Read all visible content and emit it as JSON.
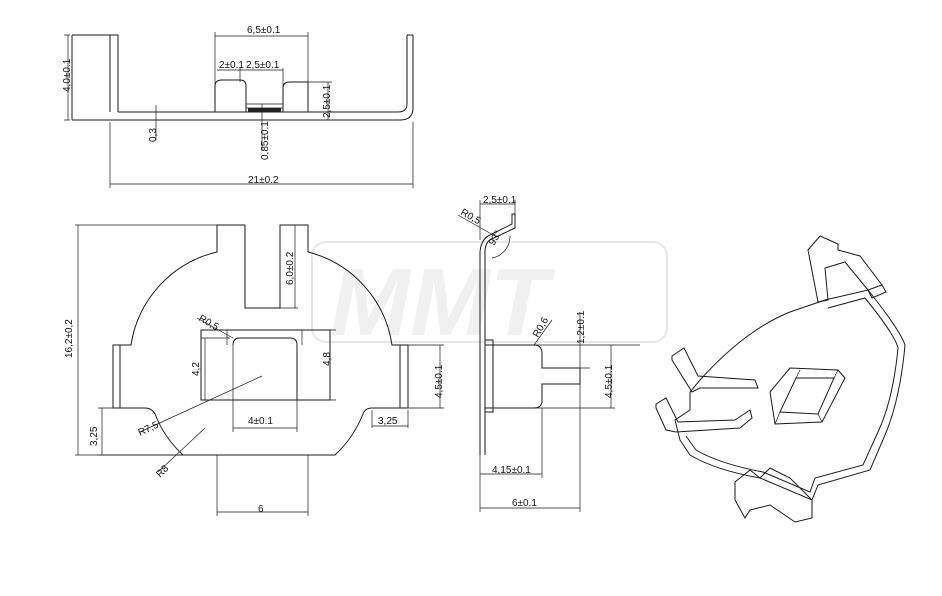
{
  "watermark": "MMT",
  "top_view": {
    "dim_width_inner": "6,5±0.1",
    "dim_small_left": "2±0.1",
    "dim_small_mid": "2,5±0.1",
    "dim_height_right": "2,5±0.1",
    "dim_height_left": "4,0±0.1",
    "dim_thickness": "0,3",
    "dim_center_thickness": "0,85±0.1",
    "dim_total": "21±0.2"
  },
  "front_view": {
    "dim_total_height": "16,2±0,2",
    "dim_slot": "6,0±0.2",
    "dim_r05": "R0,5",
    "dim_42": "4,2",
    "dim_48": "4,8",
    "dim_45_right": "4,5±0.1",
    "dim_325_left": "3,25",
    "dim_325_right": "3,25",
    "dim_r75": "R7,5",
    "dim_r8": "R8",
    "dim_4": "4±0.1",
    "dim_6": "6"
  },
  "side_view": {
    "dim_25": "2,5±0.1",
    "dim_r05": "R0,5",
    "dim_angle": "93°",
    "dim_r06": "R0,6",
    "dim_12": "1,2±0.1",
    "dim_45": "4,5±0.1",
    "dim_415": "4,15±0.1",
    "dim_6": "6±0.1"
  }
}
